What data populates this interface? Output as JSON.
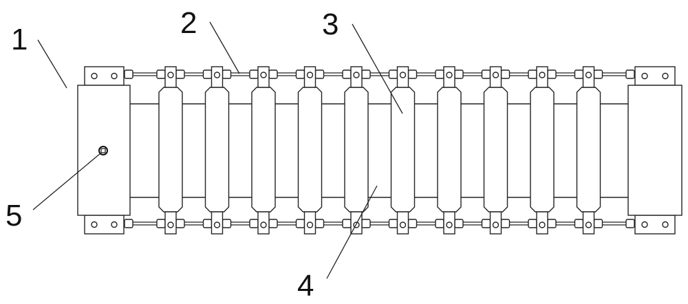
{
  "labels": {
    "l1": "1",
    "l2": "2",
    "l3": "3",
    "l4": "4",
    "l5": "5"
  },
  "slat_count": 10,
  "colors": {
    "line": "#222222",
    "background": "#ffffff"
  }
}
